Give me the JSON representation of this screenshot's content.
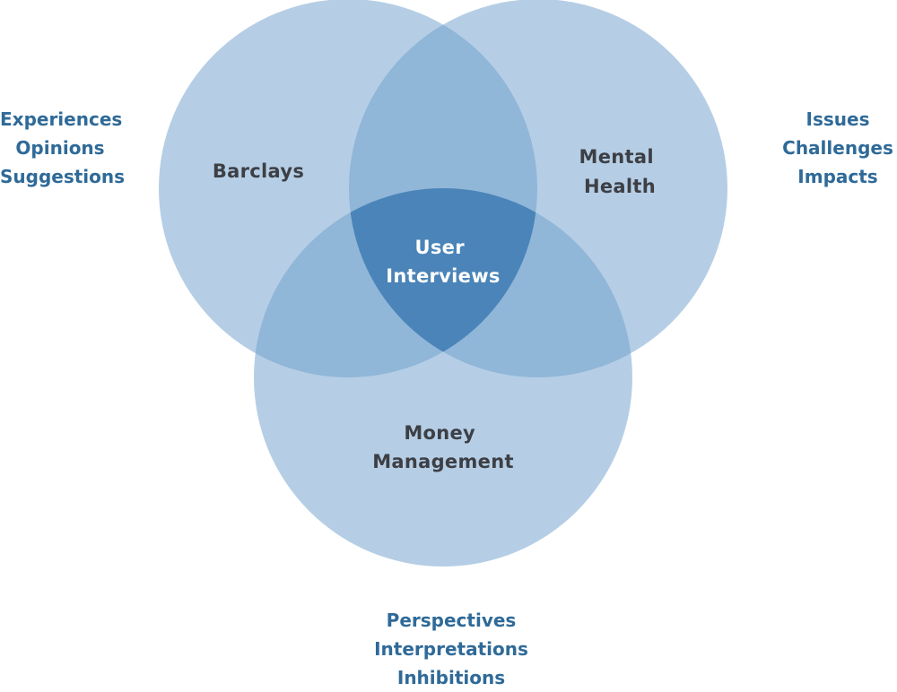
{
  "circles": {
    "top_left": {
      "lines": [
        "Barclays"
      ]
    },
    "top_right": {
      "lines": [
        "Mental",
        "Health"
      ]
    },
    "bottom": {
      "lines": [
        "Money",
        "Management"
      ]
    }
  },
  "center": {
    "lines": [
      "User",
      "Interviews"
    ]
  },
  "side_lists": {
    "left": [
      "Experiences",
      "Opinions",
      "Suggestions"
    ],
    "right": [
      "Issues",
      "Challenges",
      "Impacts"
    ],
    "bottom": [
      "Perspectives",
      "Interpretations",
      "Inhibitions"
    ]
  },
  "colors": {
    "circle_fill": "#6b9dcb",
    "side_text": "#2f6a98",
    "circle_label": "#3d3f45",
    "center_label": "#ffffff"
  }
}
